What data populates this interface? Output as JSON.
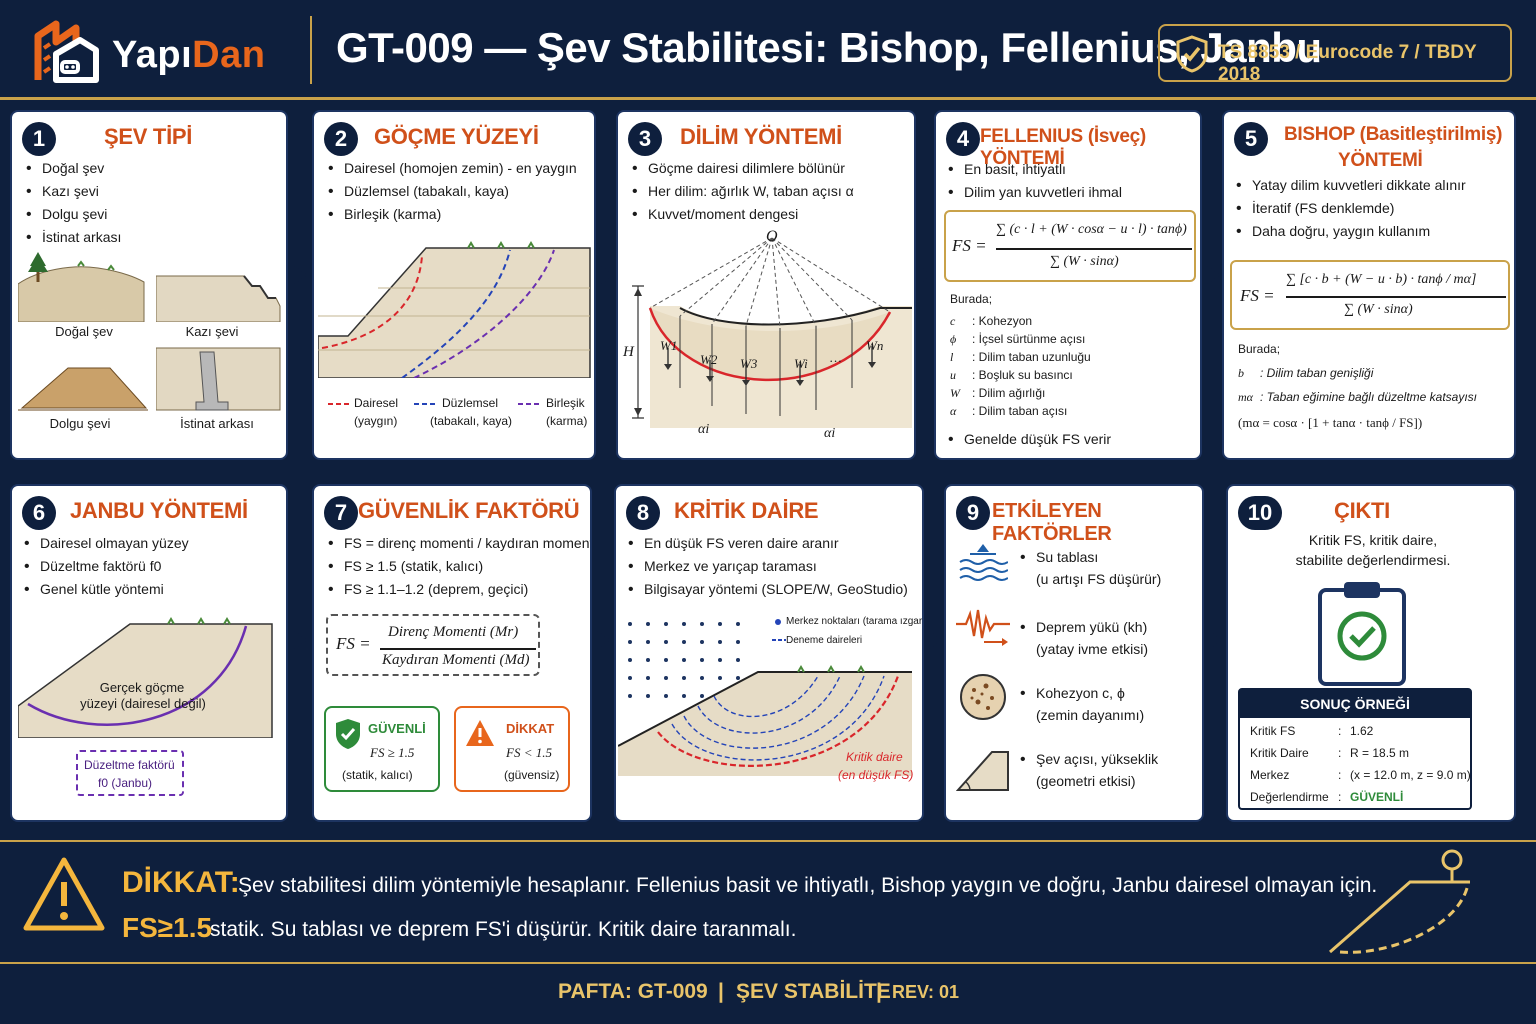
{
  "header": {
    "brand_part1": "Yapı",
    "brand_part2": "Dan",
    "title": "GT-009 — Şev Stabilitesi: Bishop, Fellenius, Janbu",
    "standards": "TS 8853 / Eurocode 7 / TBDY 2018",
    "brand_color": "#e8661c",
    "accent_gold": "#c9a24a",
    "navy": "#0e1f3d"
  },
  "panels": {
    "p1": {
      "num": "1",
      "title": "ŞEV TİPİ",
      "items": [
        "Doğal şev",
        "Kazı şevi",
        "Dolgu şevi",
        "İstinat arkası"
      ],
      "captions": [
        "Doğal şev",
        "Kazı şevi",
        "Dolgu şevi",
        "İstinat arkası"
      ]
    },
    "p2": {
      "num": "2",
      "title": "GÖÇME YÜZEYİ",
      "items": [
        "Dairesel (homojen zemin) - en yaygın",
        "Düzlemsel (tabakalı, kaya)",
        "Birleşik (karma)"
      ],
      "legend": [
        {
          "name": "Dairesel",
          "sub": "(yaygın)",
          "color": "#d9262b"
        },
        {
          "name": "Düzlemsel",
          "sub": "(tabakalı, kaya)",
          "color": "#2444b8"
        },
        {
          "name": "Birleşik",
          "sub": "(karma)",
          "color": "#6a2fb0"
        }
      ]
    },
    "p3": {
      "num": "3",
      "title": "DİLİM YÖNTEMİ",
      "items": [
        "Göçme dairesi dilimlere bölünür",
        "Her dilim: ağırlık W, taban açısı α",
        "Kuvvet/moment dengesi"
      ],
      "center_label": "O",
      "height_label": "H",
      "weights": [
        "W1",
        "W2",
        "W3",
        "Wi",
        "…",
        "Wn"
      ],
      "alpha_label": "αi"
    },
    "p4": {
      "num": "4",
      "title": "FELLENIUS (İsveç) YÖNTEMİ",
      "items": [
        "En basit, ihtiyatlı",
        "Dilim yan kuvvetleri ihmal"
      ],
      "formula_lhs": "FS =",
      "formula_num": "∑ (c · l + (W · cosα − u · l) · tanϕ)",
      "formula_den": "∑ (W · sinα)",
      "where": "Burada;",
      "symbols": [
        {
          "s": "c",
          "d": ": Kohezyon"
        },
        {
          "s": "ϕ",
          "d": ": İçsel sürtünme açısı"
        },
        {
          "s": "l",
          "d": ": Dilim taban uzunluğu"
        },
        {
          "s": "u",
          "d": ": Boşluk su basıncı"
        },
        {
          "s": "W",
          "d": ": Dilim ağırlığı"
        },
        {
          "s": "α",
          "d": ": Dilim taban açısı"
        }
      ],
      "note": "Genelde düşük FS verir"
    },
    "p5": {
      "num": "5",
      "title_l1": "BISHOP (Basitleştirilmiş)",
      "title_l2": "YÖNTEMİ",
      "items": [
        "Yatay dilim kuvvetleri dikkate alınır",
        "İteratif (FS denklemde)",
        "Daha doğru, yaygın kullanım"
      ],
      "formula_lhs": "FS =",
      "formula_num": "∑ [c · b + (W − u · b) · tanϕ / mα]",
      "formula_den": "∑ (W · sinα)",
      "where": "Burada;",
      "symbols": [
        {
          "s": "b",
          "d": ": Dilim taban genişliği"
        },
        {
          "s": "mα",
          "d": ": Taban eğimine bağlı düzeltme katsayısı"
        }
      ],
      "ma_def": "(mα = cosα · [1 + tanα · tanϕ / FS])"
    },
    "p6": {
      "num": "6",
      "title": "JANBU YÖNTEMİ",
      "items": [
        "Dairesel olmayan yüzey",
        "Düzeltme faktörü f0",
        "Genel kütle yöntemi"
      ],
      "surface_l1": "Gerçek göçme",
      "surface_l2": "yüzeyi (dairesel değil)",
      "factor_l1": "Düzeltme faktörü",
      "factor_l2": "f0 (Janbu)"
    },
    "p7": {
      "num": "7",
      "title": "GÜVENLİK FAKTÖRÜ",
      "items": [
        "FS = direnç momenti / kaydıran moment",
        "FS ≥ 1.5 (statik, kalıcı)",
        "FS ≥ 1.1–1.2 (deprem, geçici)"
      ],
      "formula_lhs": "FS =",
      "formula_num": "Direnç Momenti (Mr)",
      "formula_den": "Kaydıran Momenti (Md)",
      "safe": {
        "title": "GÜVENLİ",
        "cond": "FS ≥ 1.5",
        "sub": "(statik, kalıcı)",
        "color": "#2e8b3a"
      },
      "caution": {
        "title": "DİKKAT",
        "cond": "FS < 1.5",
        "sub": "(güvensiz)",
        "color": "#e8661c"
      }
    },
    "p8": {
      "num": "8",
      "title": "KRİTİK DAİRE",
      "items": [
        "En düşük FS veren daire aranır",
        "Merkez ve yarıçap taraması",
        "Bilgisayar yöntemi (SLOPE/W, GeoStudio)"
      ],
      "legend_points": "Merkez noktaları (tarama ızgarası)",
      "legend_circles": "Deneme daireleri",
      "critical_l1": "Kritik daire",
      "critical_l2": "(en düşük FS)"
    },
    "p9": {
      "num": "9",
      "title": "ETKİLEYEN FAKTÖRLER",
      "factors": [
        {
          "icon": "water-table-icon",
          "l1": "Su tablası",
          "l2": "(u artışı FS düşürür)"
        },
        {
          "icon": "seismic-icon",
          "l1": "Deprem yükü (kh)",
          "l2": "(yatay ivme etkisi)"
        },
        {
          "icon": "soil-cohesion-icon",
          "l1": "Kohezyon c, ϕ",
          "l2": "(zemin dayanımı)"
        },
        {
          "icon": "slope-geometry-icon",
          "l1": "Şev açısı, yükseklik",
          "l2": "(geometri etkisi)"
        }
      ]
    },
    "p10": {
      "num": "10",
      "title": "ÇIKTI",
      "desc_l1": "Kritik FS, kritik daire,",
      "desc_l2": "stabilite değerlendirmesi.",
      "result_title": "SONUÇ ÖRNEĞİ",
      "rows": [
        {
          "k": "Kritik FS",
          "v": "1.62"
        },
        {
          "k": "Kritik Daire",
          "v": "R = 18.5 m"
        },
        {
          "k": "Merkez",
          "v": "(x = 12.0 m, z = 9.0 m)"
        },
        {
          "k": "Değerlendirme",
          "v": "GÜVENLİ"
        }
      ]
    }
  },
  "warning": {
    "title": "DİKKAT:",
    "line1": "Şev stabilitesi dilim yöntemiyle hesaplanır. Fellenius basit ve ihtiyatlı, Bishop yaygın ve doğru, Janbu dairesel olmayan için.",
    "big": "FS≥1.5",
    "line2": "statik. Su tablası ve deprem FS'i düşürür. Kritik daire taranmalı."
  },
  "footer": {
    "sheet": "PAFTA: GT-009",
    "topic": "ŞEV STABİLİTE",
    "rev": "REV: 01"
  }
}
